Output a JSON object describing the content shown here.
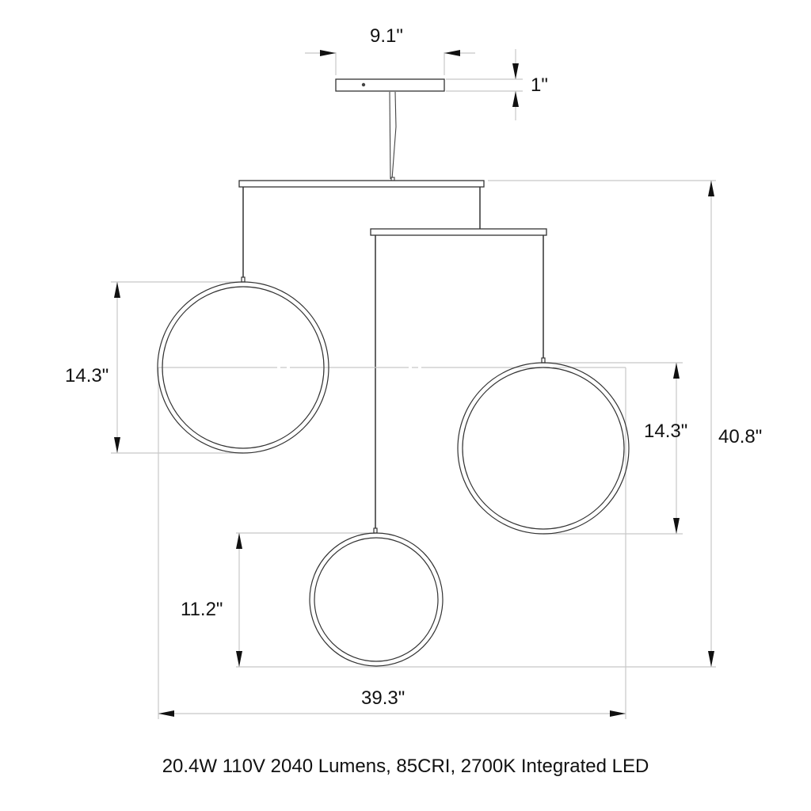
{
  "diagram": {
    "type": "dimension drawing",
    "subject": "three-ring LED pendant chandelier",
    "colors": {
      "line": "#333333",
      "dimension_line": "#c8c8c8",
      "arrow": "#111111",
      "text": "#111111",
      "background": "#ffffff"
    }
  },
  "dimensions": {
    "canopy_width": "9.1\"",
    "canopy_height": "1\"",
    "left_ring_diameter": "14.3\"",
    "right_ring_diameter": "14.3\"",
    "bottom_ring_diameter": "11.2\"",
    "overall_width": "39.3\"",
    "overall_height": "40.8\""
  },
  "caption": "20.4W 110V 2040 Lumens, 85CRI, 2700K Integrated LED"
}
